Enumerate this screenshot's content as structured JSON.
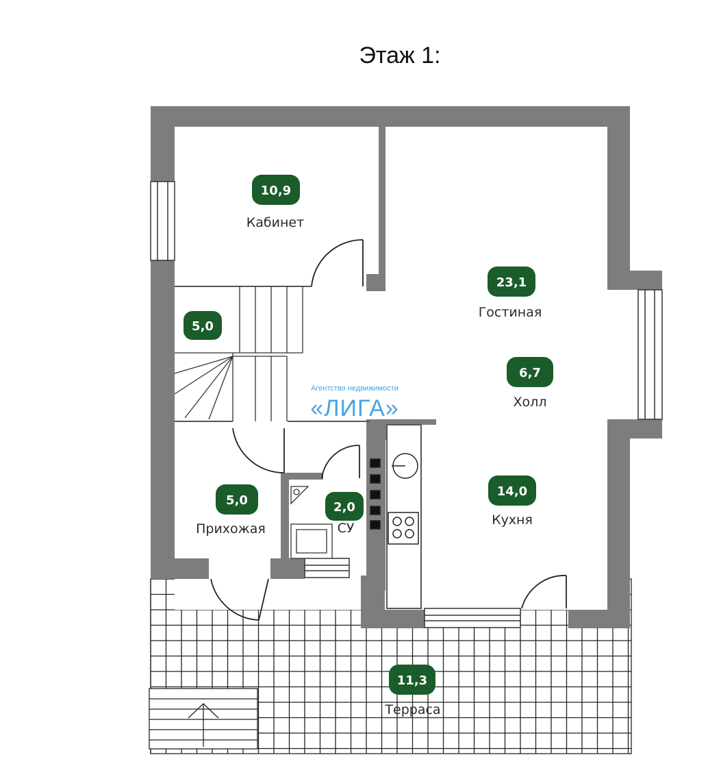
{
  "title": "Этаж 1:",
  "watermark": {
    "line1": "Агентство недвижимости",
    "line2": "«ЛИГА»"
  },
  "colors": {
    "wall": "#7d7d7d",
    "badge": "#1a5c2a",
    "watermark": "#4aa3df",
    "grid": "#222222"
  },
  "rooms": [
    {
      "id": "kabinet",
      "area": "10,9",
      "name": "Кабинет"
    },
    {
      "id": "stairs",
      "area": "5,0",
      "name": ""
    },
    {
      "id": "gostinaya",
      "area": "23,1",
      "name": "Гостиная"
    },
    {
      "id": "holl",
      "area": "6,7",
      "name": "Холл"
    },
    {
      "id": "prihozhaya",
      "area": "5,0",
      "name": "Прихожая"
    },
    {
      "id": "su",
      "area": "2,0",
      "name": "СУ"
    },
    {
      "id": "kuhnya",
      "area": "14,0",
      "name": "Кухня"
    },
    {
      "id": "terrasa",
      "area": "11,3",
      "name": "Терраса"
    }
  ]
}
